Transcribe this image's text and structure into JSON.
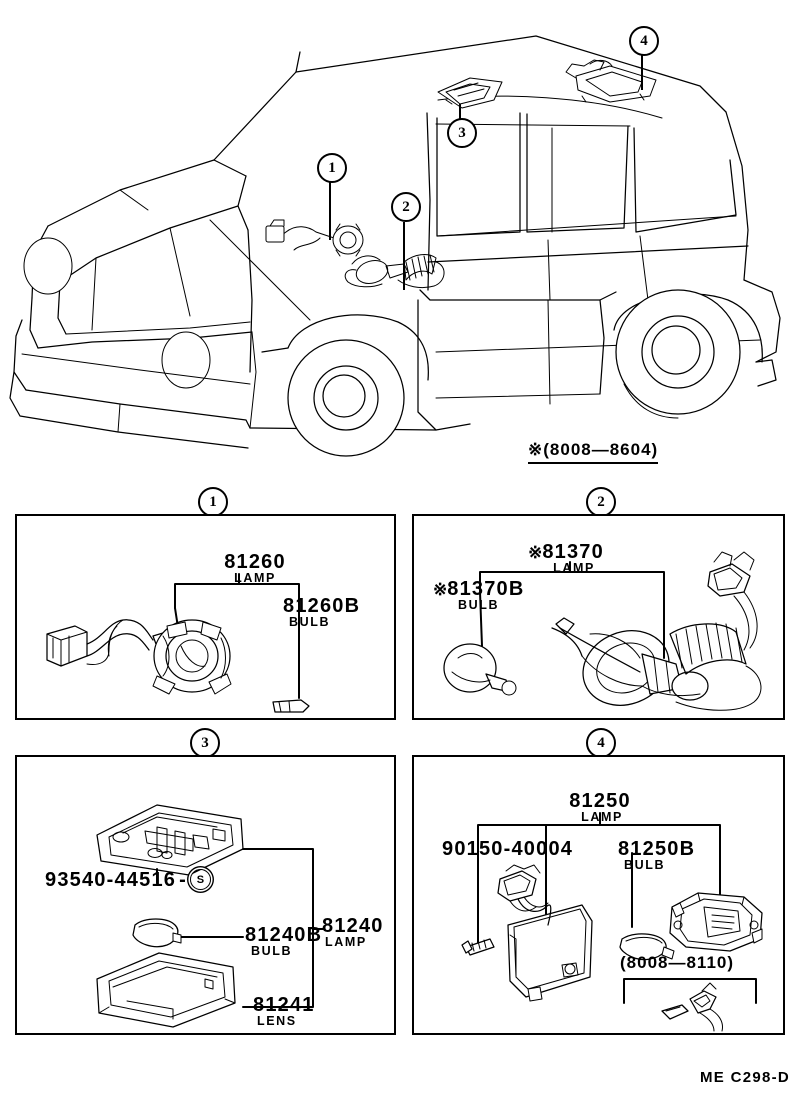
{
  "diagram": {
    "footer_code": "ME  C298-D",
    "vehicle_note": "※(8008—8604)",
    "callouts": [
      {
        "id": "1",
        "label": "1"
      },
      {
        "id": "2",
        "label": "2"
      },
      {
        "id": "3",
        "label": "3"
      },
      {
        "id": "4",
        "label": "4"
      }
    ]
  },
  "panels": [
    {
      "number": "1",
      "parts": [
        {
          "part_no": "81260",
          "desc": "LAMP",
          "mark": ""
        },
        {
          "part_no": "81260B",
          "desc": "BULB",
          "mark": ""
        }
      ]
    },
    {
      "number": "2",
      "parts": [
        {
          "part_no": "81370",
          "desc": "LAMP",
          "mark": "※"
        },
        {
          "part_no": "81370B",
          "desc": "BULB",
          "mark": "※"
        }
      ]
    },
    {
      "number": "3",
      "parts": [
        {
          "part_no": "93540-44516",
          "desc": "",
          "mark": "",
          "suffix_symbol": "S"
        },
        {
          "part_no": "81240",
          "desc": "LAMP",
          "mark": ""
        },
        {
          "part_no": "81240B",
          "desc": "BULB",
          "mark": ""
        },
        {
          "part_no": "81241",
          "desc": "LENS",
          "mark": ""
        }
      ]
    },
    {
      "number": "4",
      "parts": [
        {
          "part_no": "81250",
          "desc": "LAMP",
          "mark": ""
        },
        {
          "part_no": "90150-40004",
          "desc": "",
          "mark": ""
        },
        {
          "part_no": "81250B",
          "desc": "BULB",
          "mark": ""
        }
      ],
      "range_label": "(8008—8110)"
    }
  ],
  "colors": {
    "ink": "#000000",
    "paper": "#ffffff"
  }
}
